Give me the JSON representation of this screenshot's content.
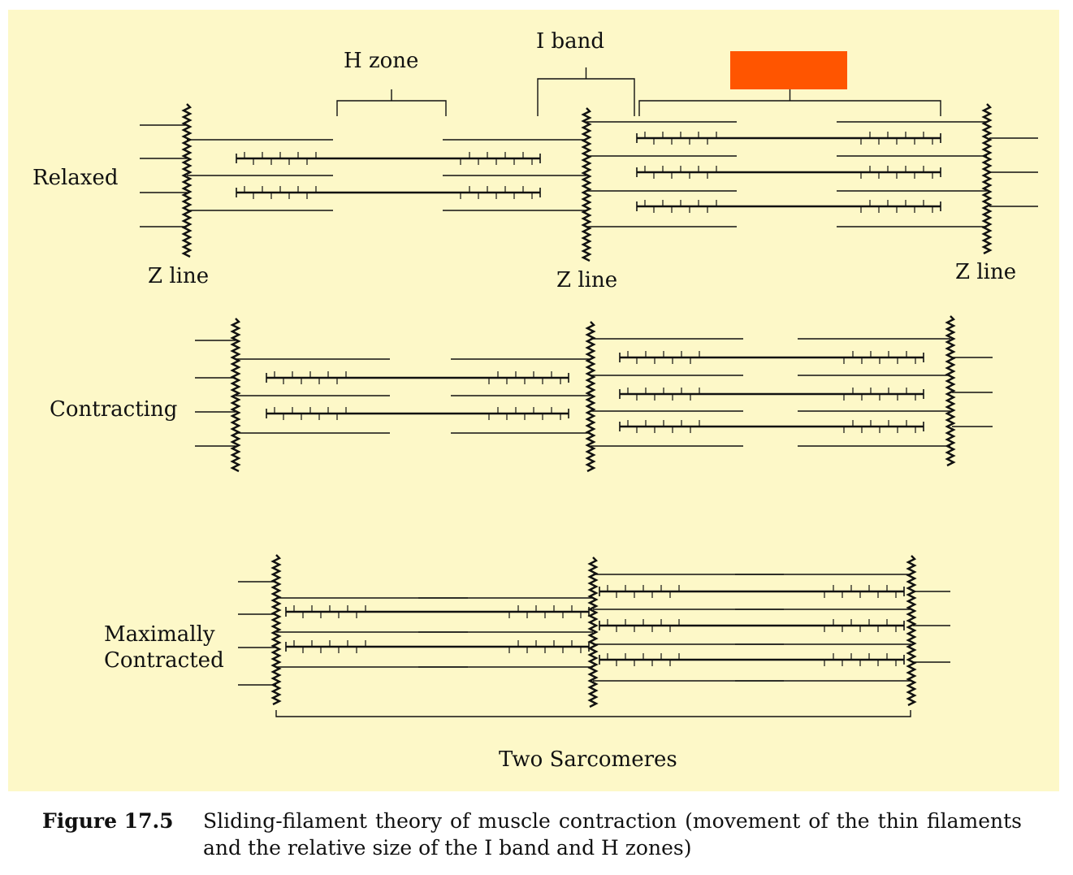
{
  "labels": {
    "h_zone": "H zone",
    "i_band": "I band",
    "relaxed": "Relaxed",
    "contracting": "Contracting",
    "maximally_contracted_line1": "Maximally",
    "maximally_contracted_line2": "Contracted",
    "z_line": "Z line",
    "two_sarcomeres": "Two Sarcomeres"
  },
  "redacted_label_color": "#ff5500",
  "colors": {
    "panel_background": "#fdf8c8",
    "stroke": "#111111"
  },
  "caption": {
    "label": "Figure 17.5",
    "text": "Sliding-filament theory of muscle contraction (movement of the thin filaments and the relative size of the I band and H zones)"
  }
}
